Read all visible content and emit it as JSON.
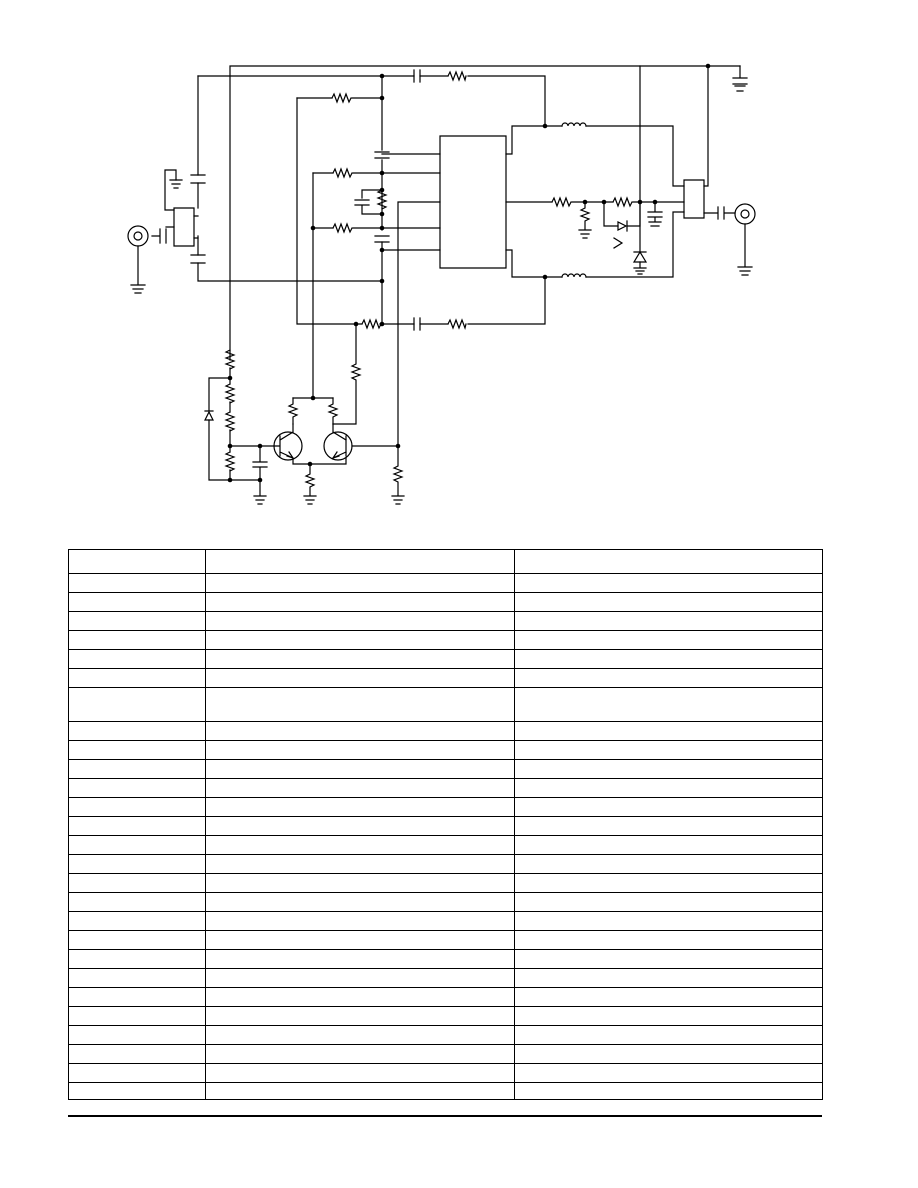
{
  "schematic": {
    "components": [
      "input-connector",
      "input-transformer",
      "power-amplifier-ic",
      "output-transformer",
      "output-connector",
      "bias-transistor-q1",
      "bias-transistor-q2",
      "temperature-sense-diode",
      "detector-diode",
      "zener-diode",
      "rf-choke-top",
      "rf-choke-bottom"
    ]
  },
  "table": {
    "row_heights": [
      24,
      19,
      19,
      19,
      19,
      19,
      19,
      34,
      19,
      19,
      19,
      19,
      19,
      19,
      19,
      19,
      19,
      19,
      19,
      19,
      19,
      19,
      19,
      19,
      19,
      19,
      19,
      17
    ],
    "columns": 3
  },
  "colors": {
    "ink": "#000000",
    "paper": "#ffffff"
  }
}
